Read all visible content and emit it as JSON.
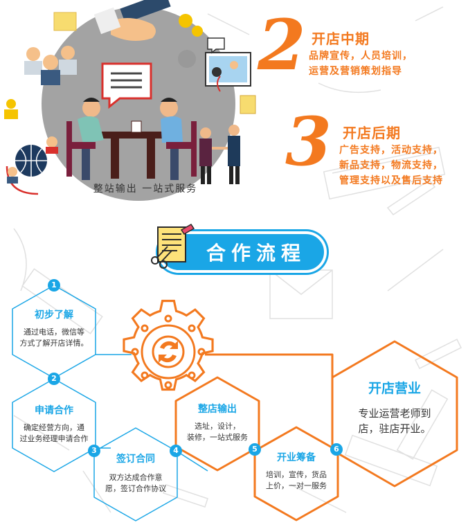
{
  "illustration": {
    "caption": "整站输出 一站式服务"
  },
  "phases": [
    {
      "number": "2",
      "title": "开店中期",
      "lines": [
        "品牌宣传，人员培训，",
        "运营及营销策划指导"
      ]
    },
    {
      "number": "3",
      "title": "开店后期",
      "lines": [
        "广告支持，活动支持，",
        "新品支持，物流支持，",
        "管理支持以及售后支持"
      ]
    }
  ],
  "process": {
    "title": "合作流程",
    "steps": [
      {
        "badge": "1",
        "title": "初步了解",
        "desc": [
          "通过电话，微信等",
          "方式了解开店详情。"
        ]
      },
      {
        "badge": "2",
        "title": "申请合作",
        "desc": [
          "确定经营方向，通",
          "过业务经理申请合作"
        ]
      },
      {
        "badge": "3",
        "title": "签订合同",
        "desc": [
          "双方达成合作意",
          "愿，签订合作协议"
        ]
      },
      {
        "badge": "4",
        "title": "整店输出",
        "desc": [
          "选址，设计，",
          "装修，一站式服务"
        ]
      },
      {
        "badge": "5",
        "title": "开业筹备",
        "desc": [
          "培训，宣传，货品",
          "上价，一对一服务"
        ]
      },
      {
        "badge": "6",
        "title": "开店营业",
        "desc": [
          "专业运营老师到",
          "店，驻店开业。"
        ]
      }
    ]
  },
  "colors": {
    "orange": "#f3791f",
    "blue": "#1aa6e6",
    "sketch": "#dcdcdc"
  }
}
